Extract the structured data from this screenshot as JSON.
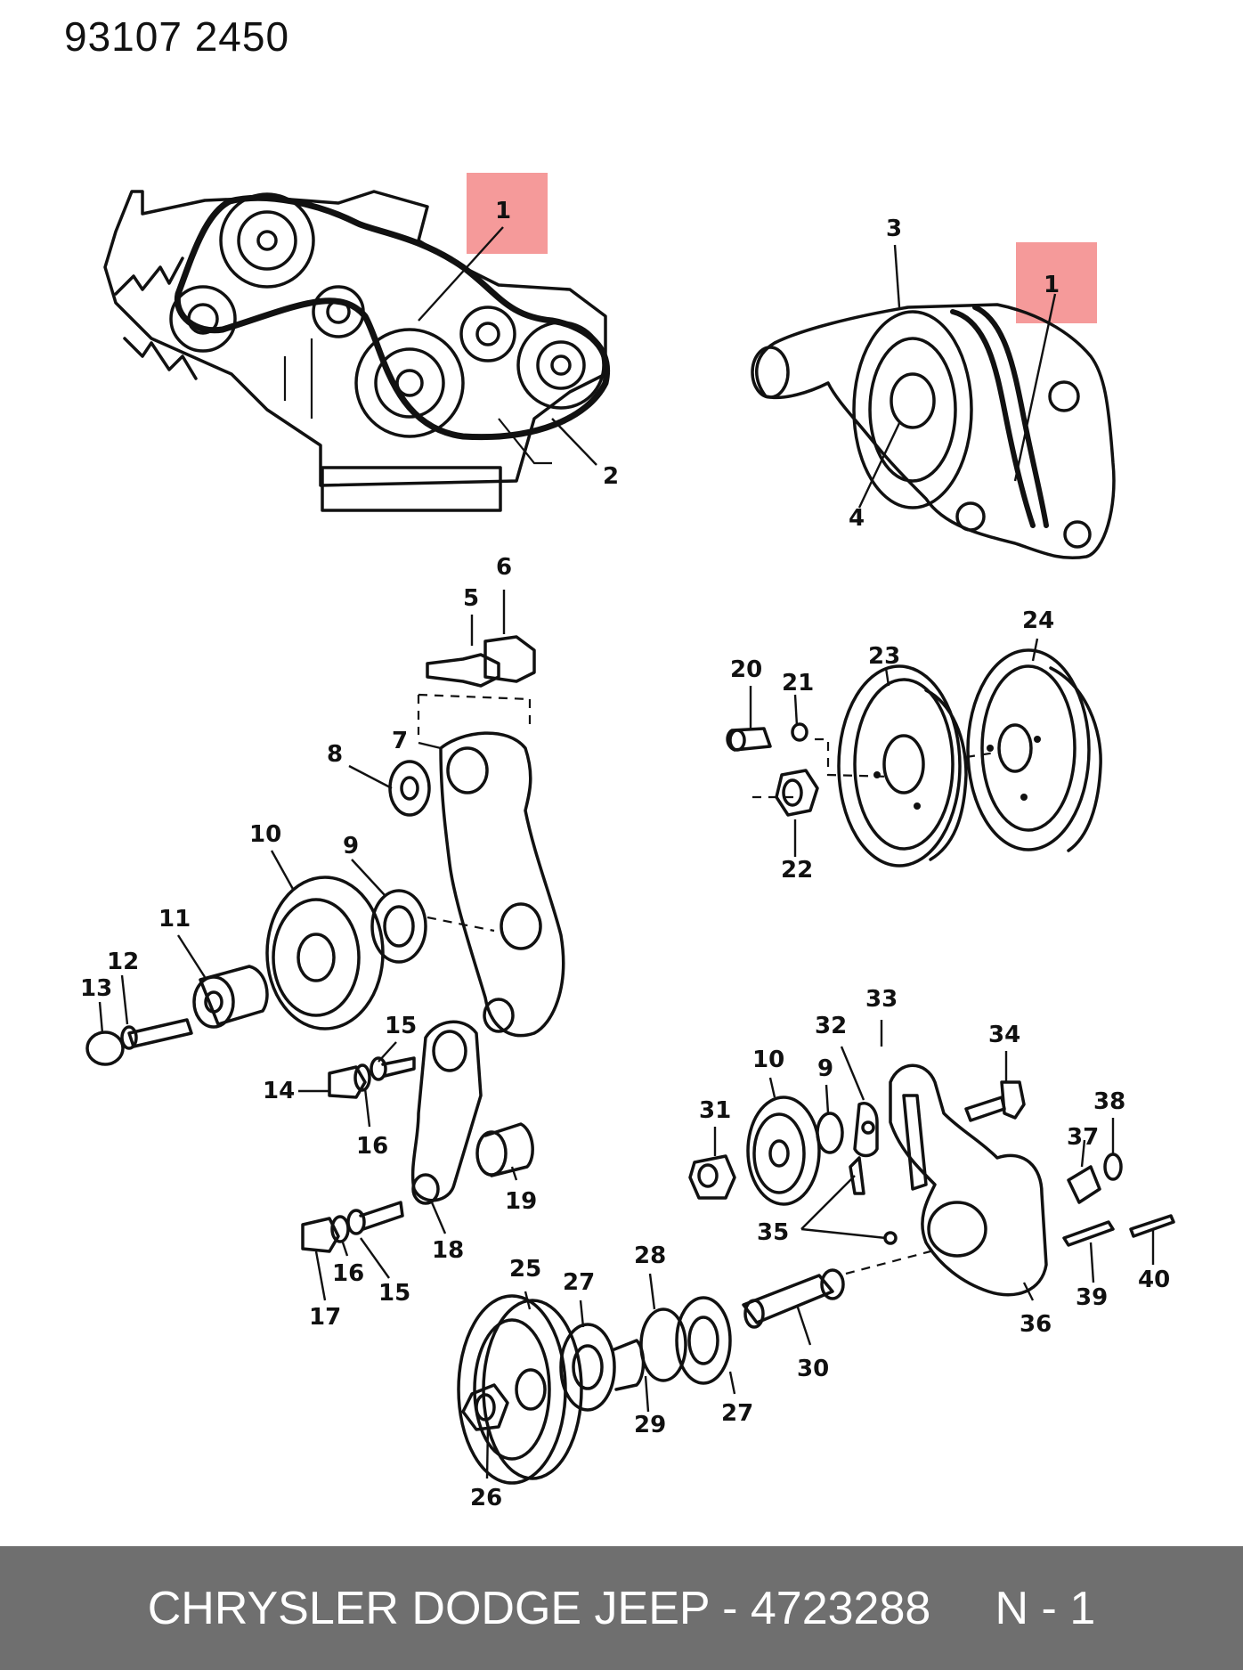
{
  "header": {
    "code": "93107  2450"
  },
  "highlight_color": "#f59a9a",
  "footer": {
    "caption": "CHRYSLER DODGE JEEP - 4723288     N - 1",
    "background": "#6f6f6f"
  },
  "callouts": [
    {
      "id": "c1a",
      "text": "1"
    },
    {
      "id": "c1b",
      "text": "1"
    },
    {
      "id": "c2",
      "text": "2"
    },
    {
      "id": "c3",
      "text": "3"
    },
    {
      "id": "c4",
      "text": "4"
    },
    {
      "id": "c5",
      "text": "5"
    },
    {
      "id": "c6",
      "text": "6"
    },
    {
      "id": "c7",
      "text": "7"
    },
    {
      "id": "c8",
      "text": "8"
    },
    {
      "id": "c9a",
      "text": "9"
    },
    {
      "id": "c10a",
      "text": "10"
    },
    {
      "id": "c11",
      "text": "11"
    },
    {
      "id": "c12",
      "text": "12"
    },
    {
      "id": "c13",
      "text": "13"
    },
    {
      "id": "c14",
      "text": "14"
    },
    {
      "id": "c15a",
      "text": "15"
    },
    {
      "id": "c16a",
      "text": "16"
    },
    {
      "id": "c19",
      "text": "19"
    },
    {
      "id": "c18",
      "text": "18"
    },
    {
      "id": "c17",
      "text": "17"
    },
    {
      "id": "c16b",
      "text": "16"
    },
    {
      "id": "c15b",
      "text": "15"
    },
    {
      "id": "c20",
      "text": "20"
    },
    {
      "id": "c21",
      "text": "21"
    },
    {
      "id": "c22",
      "text": "22"
    },
    {
      "id": "c23",
      "text": "23"
    },
    {
      "id": "c24",
      "text": "24"
    },
    {
      "id": "c33",
      "text": "33"
    },
    {
      "id": "c32",
      "text": "32"
    },
    {
      "id": "c34",
      "text": "34"
    },
    {
      "id": "c10b",
      "text": "10"
    },
    {
      "id": "c9b",
      "text": "9"
    },
    {
      "id": "c31",
      "text": "31"
    },
    {
      "id": "c38",
      "text": "38"
    },
    {
      "id": "c37",
      "text": "37"
    },
    {
      "id": "c35",
      "text": "35"
    },
    {
      "id": "c39",
      "text": "39"
    },
    {
      "id": "c40",
      "text": "40"
    },
    {
      "id": "c36",
      "text": "36"
    },
    {
      "id": "c25",
      "text": "25"
    },
    {
      "id": "c27a",
      "text": "27"
    },
    {
      "id": "c28",
      "text": "28"
    },
    {
      "id": "c30",
      "text": "30"
    },
    {
      "id": "c29",
      "text": "29"
    },
    {
      "id": "c27b",
      "text": "27"
    },
    {
      "id": "c26",
      "text": "26"
    }
  ]
}
